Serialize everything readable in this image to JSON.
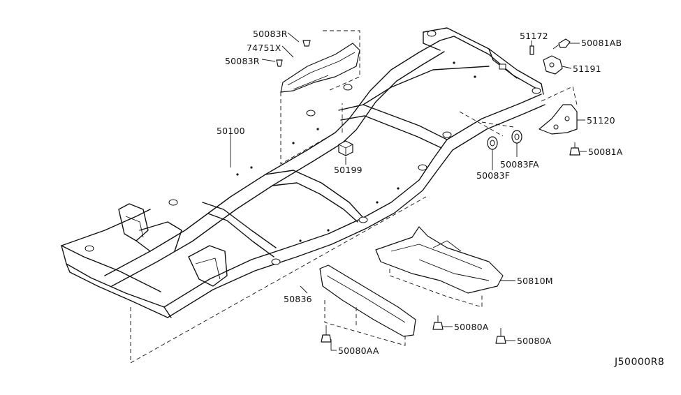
{
  "diagram_code": "J50000R8",
  "labels": {
    "p50083R_top": "50083R",
    "p74751X": "74751X",
    "p50083R_bottom": "50083R",
    "p50100": "50100",
    "p50199": "50199",
    "p51172": "51172",
    "p50081AB": "50081AB",
    "p51191": "51191",
    "p51120": "51120",
    "p50081A": "50081A",
    "p50083FA": "50083FA",
    "p50083F": "50083F",
    "p50810M": "50810M",
    "p50836": "50836",
    "p50080A_mid": "50080A",
    "p50080A_right": "50080A",
    "p50080AA": "50080AA"
  }
}
